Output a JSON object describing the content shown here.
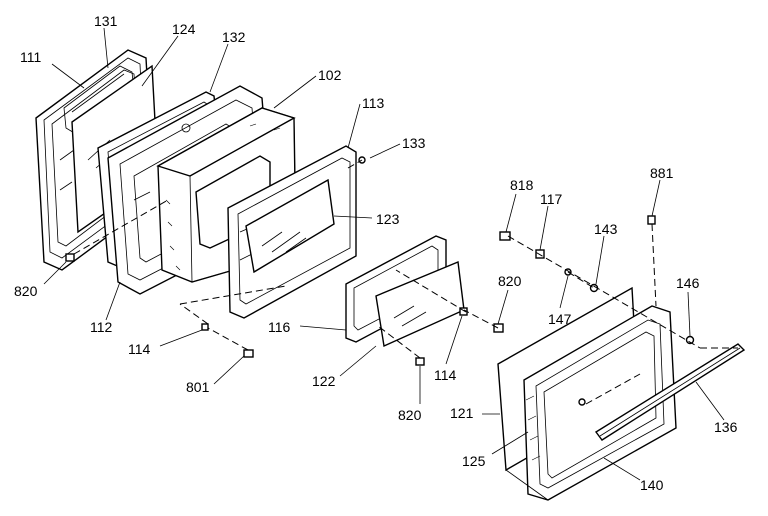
{
  "labels": {
    "p111": "111",
    "p131": "131",
    "p124": "124",
    "p132": "132",
    "p102": "102",
    "p113": "113",
    "p133": "133",
    "p123": "123",
    "p820a": "820",
    "p112": "112",
    "p114a": "114",
    "p801": "801",
    "p116": "116",
    "p122": "122",
    "p820b": "820",
    "p114b": "114",
    "p820c": "820",
    "p818": "818",
    "p117": "117",
    "p143": "143",
    "p147": "147",
    "p881": "881",
    "p146": "146",
    "p121": "121",
    "p136": "136",
    "p125": "125",
    "p140": "140"
  }
}
